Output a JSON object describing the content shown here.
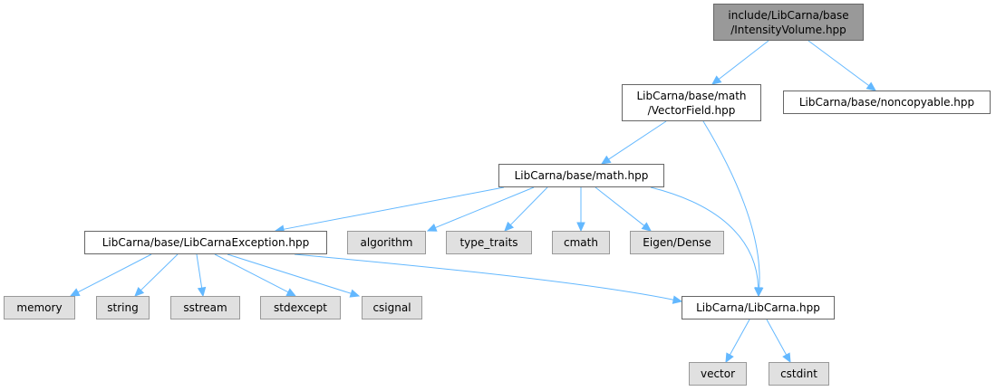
{
  "style": {
    "edge_color": "#63b8ff",
    "root_fill": "#999999",
    "doc_fill": "#ffffff",
    "system_fill": "#e0e0e0"
  },
  "nodes": {
    "intensityvolume": {
      "lines": [
        "include/LibCarna/base",
        "/IntensityVolume.hpp"
      ]
    },
    "vectorfield": {
      "lines": [
        "LibCarna/base/math",
        "/VectorField.hpp"
      ]
    },
    "noncopyable": {
      "lines": [
        "LibCarna/base/noncopyable.hpp"
      ]
    },
    "math": {
      "lines": [
        "LibCarna/base/math.hpp"
      ]
    },
    "exception": {
      "lines": [
        "LibCarna/base/LibCarnaException.hpp"
      ]
    },
    "algorithm": {
      "lines": [
        "algorithm"
      ]
    },
    "type_traits": {
      "lines": [
        "type_traits"
      ]
    },
    "cmath": {
      "lines": [
        "cmath"
      ]
    },
    "eigen": {
      "lines": [
        "Eigen/Dense"
      ]
    },
    "memory": {
      "lines": [
        "memory"
      ]
    },
    "string": {
      "lines": [
        "string"
      ]
    },
    "sstream": {
      "lines": [
        "sstream"
      ]
    },
    "stdexcept": {
      "lines": [
        "stdexcept"
      ]
    },
    "csignal": {
      "lines": [
        "csignal"
      ]
    },
    "libcarna": {
      "lines": [
        "LibCarna/LibCarna.hpp"
      ]
    },
    "vector": {
      "lines": [
        "vector"
      ]
    },
    "cstdint": {
      "lines": [
        "cstdint"
      ]
    }
  },
  "edges": [
    [
      "intensityvolume",
      "vectorfield"
    ],
    [
      "intensityvolume",
      "noncopyable"
    ],
    [
      "vectorfield",
      "math"
    ],
    [
      "vectorfield",
      "libcarna"
    ],
    [
      "math",
      "exception"
    ],
    [
      "math",
      "algorithm"
    ],
    [
      "math",
      "type_traits"
    ],
    [
      "math",
      "cmath"
    ],
    [
      "math",
      "eigen"
    ],
    [
      "math",
      "libcarna"
    ],
    [
      "exception",
      "memory"
    ],
    [
      "exception",
      "string"
    ],
    [
      "exception",
      "sstream"
    ],
    [
      "exception",
      "stdexcept"
    ],
    [
      "exception",
      "csignal"
    ],
    [
      "exception",
      "libcarna"
    ],
    [
      "libcarna",
      "vector"
    ],
    [
      "libcarna",
      "cstdint"
    ]
  ]
}
